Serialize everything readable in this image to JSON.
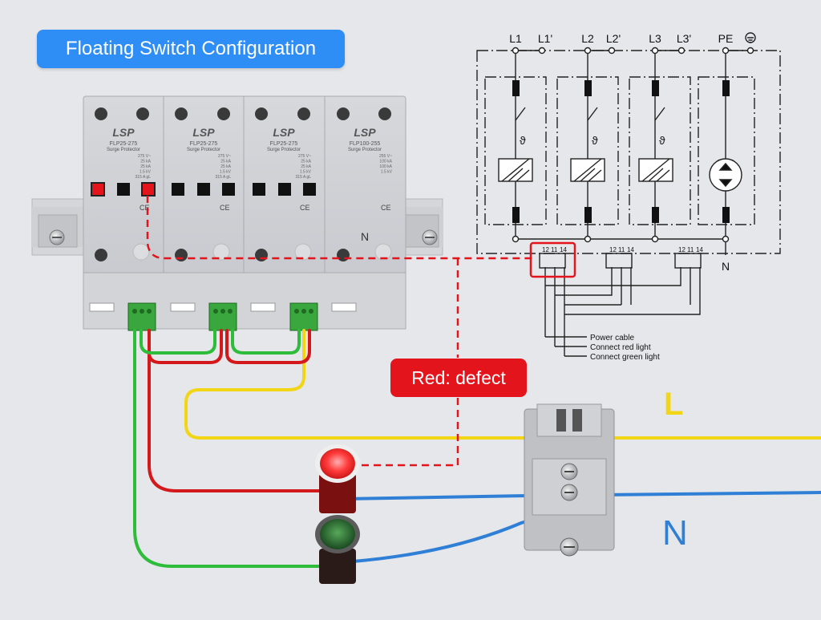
{
  "title": "Floating Switch Configuration",
  "defect_label": "Red: defect",
  "line_labels": {
    "L": "L",
    "N": "N"
  },
  "modules": [
    {
      "brand": "LSP",
      "model": "FLP25-275",
      "subtitle": "Surge Protector",
      "specs": [
        "275 V~",
        "25 kA",
        "25 kA",
        "1.5 kV",
        "315 A gL"
      ]
    },
    {
      "brand": "LSP",
      "model": "FLP25-275",
      "subtitle": "Surge Protector",
      "specs": [
        "275 V~",
        "25 kA",
        "25 kA",
        "1.5 kV",
        "315 A gL"
      ]
    },
    {
      "brand": "LSP",
      "model": "FLP25-275",
      "subtitle": "Surge Protector",
      "specs": [
        "275 V~",
        "25 kA",
        "25 kA",
        "1.5 kV",
        "315 A gL"
      ]
    },
    {
      "brand": "LSP",
      "model": "FLP100-255",
      "subtitle": "Surge Protector",
      "specs": [
        "255 V~",
        "100 kA",
        "100 kA",
        "1.5 kV"
      ]
    }
  ],
  "module_n_label": "N",
  "ce_mark": "CE",
  "schematic": {
    "top_terminals": [
      "L1",
      "L1'",
      "L2",
      "L2'",
      "L3",
      "L3'",
      "PE"
    ],
    "bottom_terminal": "N",
    "relay_pins": [
      "12",
      "11",
      "14"
    ],
    "thermal_symbol": "ϑ",
    "legend": [
      "Power cable",
      "Connect red light",
      "Connect green light"
    ]
  },
  "colors": {
    "live": "#f2d616",
    "neutral": "#2f7fd6",
    "defect": "#e4141c",
    "ok": "#2dbd3a",
    "badge": "#2f8ef5"
  },
  "lights": [
    {
      "name": "red-indicator",
      "color": "#e4141c"
    },
    {
      "name": "green-indicator",
      "color": "#2dbd3a"
    }
  ]
}
